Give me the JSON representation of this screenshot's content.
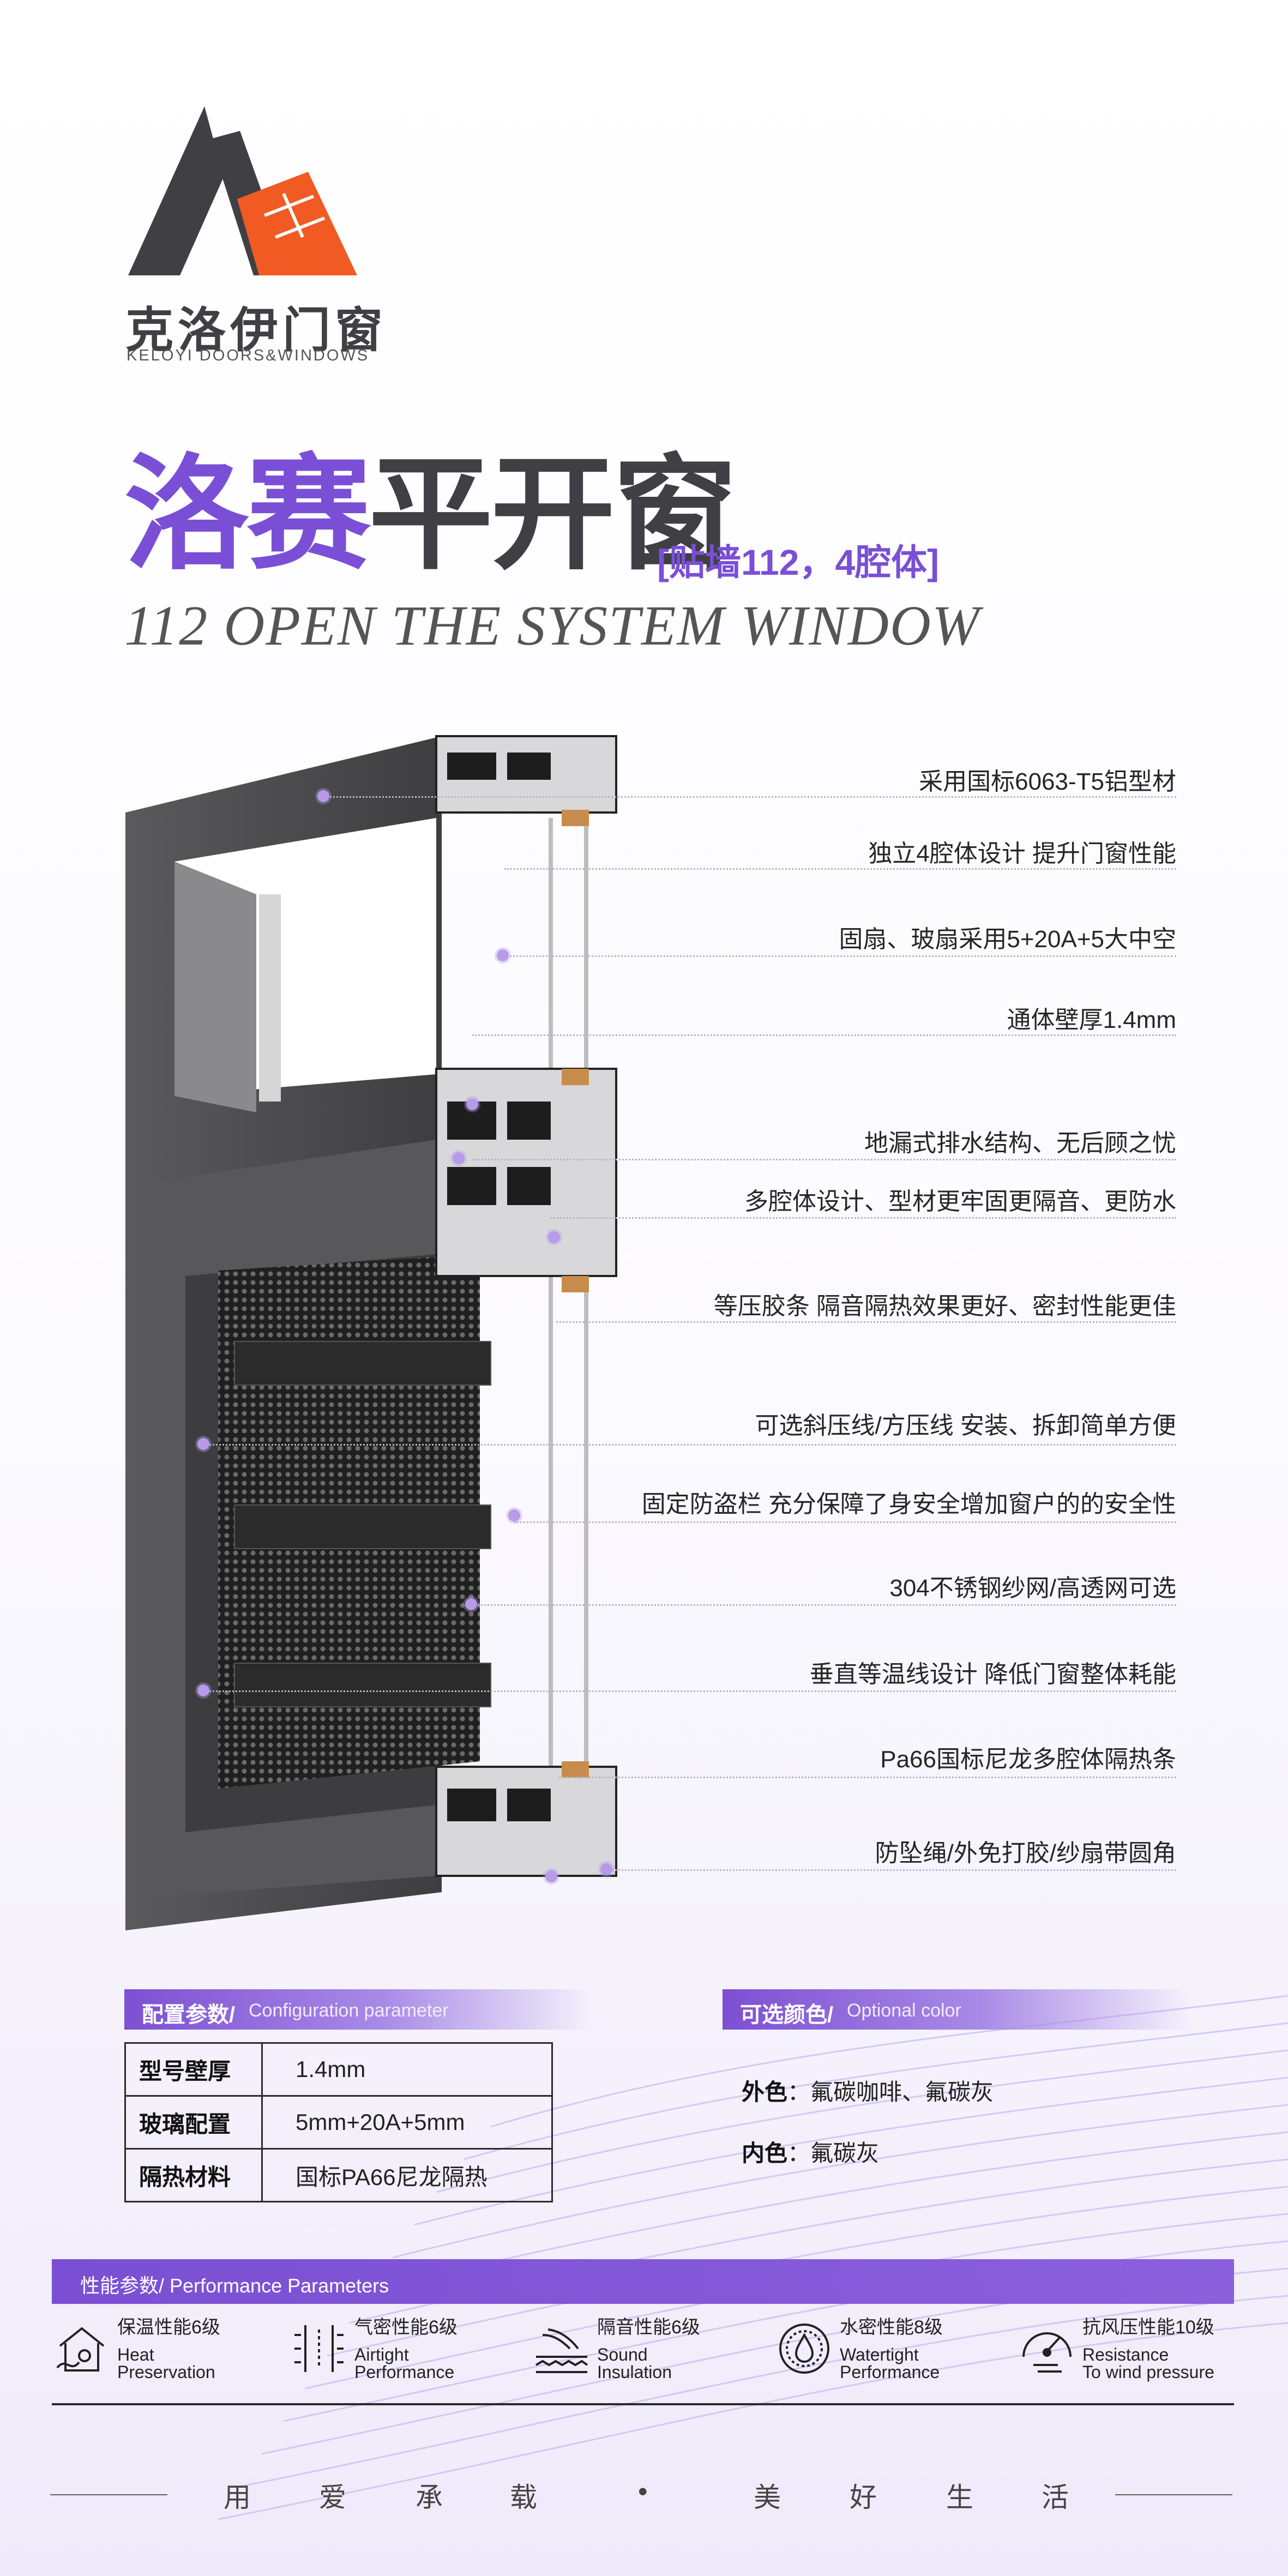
{
  "brand": {
    "name_cn": "克洛伊门窗",
    "name_en": "KELOYI DOORS&WINDOWS",
    "colors": {
      "gray": "#3f3f44",
      "orange": "#f15a22"
    }
  },
  "title": {
    "part1": "洛赛",
    "part2": "平开窗",
    "sub": "[贴墙112，4腔体]",
    "en": "112 OPEN THE SYSTEM WINDOW"
  },
  "features": [
    "采用国标6063-T5铝型材",
    "独立4腔体设计 提升门窗性能",
    "固扇、玻扇采用5+20A+5大中空",
    "通体壁厚1.4mm",
    "地漏式排水结构、无后顾之忧",
    "多腔体设计、型材更牢固更隔音、更防水",
    "等压胶条 隔音隔热效果更好、密封性能更佳",
    "可选斜压线/方压线  安装、拆卸简单方便",
    "固定防盗栏 充分保障了身安全增加窗户的的安全性",
    "304不锈钢纱网/高透网可选",
    "垂直等温线设计 降低门窗整体耗能",
    "Pa66国标尼龙多腔体隔热条",
    "防坠绳/外免打胶/纱扇带圆角"
  ],
  "config": {
    "head_cn": "配置参数/",
    "head_en": "Configuration parameter",
    "rows": [
      {
        "key": "型号壁厚",
        "value": "1.4mm"
      },
      {
        "key": "玻璃配置",
        "value": "5mm+20A+5mm"
      },
      {
        "key": "隔热材料",
        "value": "国标PA66尼龙隔热"
      }
    ]
  },
  "colors_section": {
    "head_cn": "可选颜色/",
    "head_en": "Optional color",
    "outer_label": "外色",
    "outer_value": "：氟碳咖啡、氟碳灰",
    "inner_label": "内色",
    "inner_value": "：氟碳灰"
  },
  "performance": {
    "head": "性能参数/ Performance Parameters",
    "items": [
      {
        "cn": "保温性能6级",
        "en1": "Heat",
        "en2": "Preservation",
        "icon": "house-thermal-icon"
      },
      {
        "cn": "气密性能6级",
        "en1": "Airtight",
        "en2": "Performance",
        "icon": "airtight-icon"
      },
      {
        "cn": "隔音性能6级",
        "en1": "Sound",
        "en2": "Insulation",
        "icon": "sound-insulation-icon"
      },
      {
        "cn": "水密性能8级",
        "en1": "Watertight",
        "en2": "Performance",
        "icon": "water-drop-icon"
      },
      {
        "cn": "抗风压性能10级",
        "en1": "Resistance",
        "en2": "To wind pressure",
        "icon": "wind-gauge-icon"
      }
    ]
  },
  "slogan": [
    "用",
    "爱",
    "承",
    "载",
    "•",
    "美",
    "好",
    "生",
    "活"
  ],
  "accent": "#7a4fd6"
}
